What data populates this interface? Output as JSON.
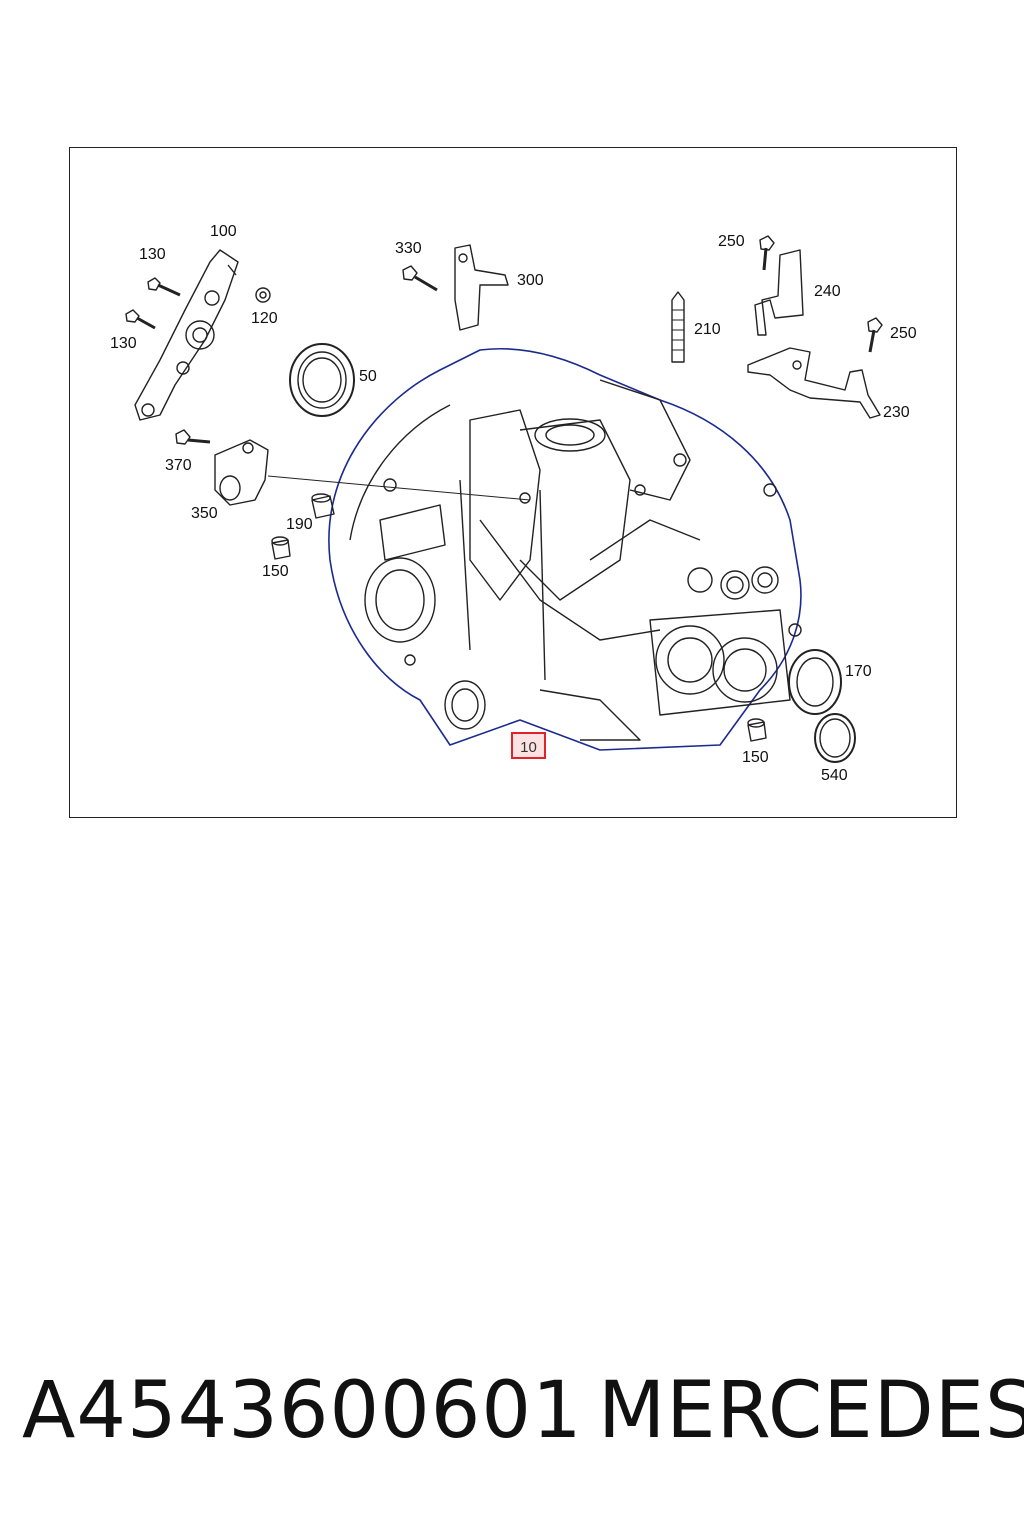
{
  "diagram": {
    "callouts": [
      {
        "id": "c-100",
        "text": "100"
      },
      {
        "id": "c-130a",
        "text": "130"
      },
      {
        "id": "c-130b",
        "text": "130"
      },
      {
        "id": "c-120",
        "text": "120"
      },
      {
        "id": "c-50",
        "text": "50"
      },
      {
        "id": "c-370",
        "text": "370"
      },
      {
        "id": "c-350",
        "text": "350"
      },
      {
        "id": "c-190",
        "text": "190"
      },
      {
        "id": "c-150a",
        "text": "150"
      },
      {
        "id": "c-330",
        "text": "330"
      },
      {
        "id": "c-300",
        "text": "300"
      },
      {
        "id": "c-210",
        "text": "210"
      },
      {
        "id": "c-250a",
        "text": "250"
      },
      {
        "id": "c-240",
        "text": "240"
      },
      {
        "id": "c-250b",
        "text": "250"
      },
      {
        "id": "c-230",
        "text": "230"
      },
      {
        "id": "c-170",
        "text": "170"
      },
      {
        "id": "c-150b",
        "text": "150"
      },
      {
        "id": "c-540",
        "text": "540"
      }
    ],
    "highlighted": {
      "text": "10",
      "color": "#e0222a"
    },
    "accent_colors": {
      "line": "#222222",
      "outline_blue": "#1b2a8f",
      "highlight": "#e0222a"
    }
  },
  "footer": {
    "part_number": "A4543600601",
    "brand": "MERCEDES"
  }
}
